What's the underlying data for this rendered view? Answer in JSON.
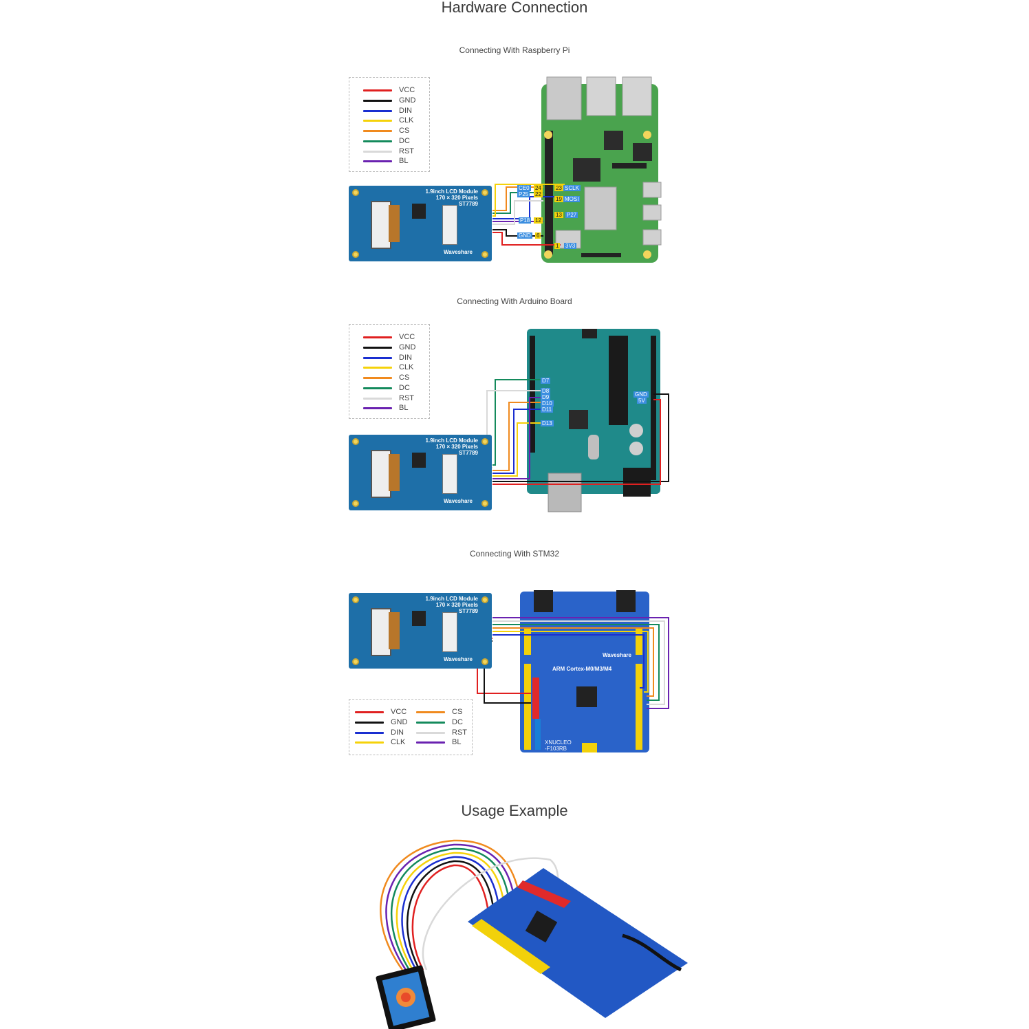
{
  "headings": {
    "hardware_connection": "Hardware Connection",
    "usage_example": "Usage Example"
  },
  "sections": {
    "raspberry_pi": "Connecting With Raspberry Pi",
    "arduino": "Connecting With Arduino Board",
    "stm32": "Connecting With STM32"
  },
  "legend": [
    {
      "label": "VCC",
      "color": "#e02020"
    },
    {
      "label": "GND",
      "color": "#111111"
    },
    {
      "label": "DIN",
      "color": "#1a2fd0"
    },
    {
      "label": "CLK",
      "color": "#f5d20a"
    },
    {
      "label": "CS",
      "color": "#f08a1e"
    },
    {
      "label": "DC",
      "color": "#148a5c"
    },
    {
      "label": "RST",
      "color": "#d9d9d9"
    },
    {
      "label": "BL",
      "color": "#6a22b0"
    }
  ],
  "lcd_module": {
    "title_line1": "1.9inch LCD Module",
    "title_line2": "170 × 320 Pixels",
    "title_line3": "ST7789",
    "brand": "Waveshare"
  },
  "rpi_pins": {
    "ce0": "CE0",
    "p24": "24",
    "p23": "23",
    "sclk": "SCLK",
    "p25": "P25",
    "p22": "22",
    "p19": "19",
    "mosi": "MOSI",
    "p18": "P18",
    "p12": "12",
    "p13": "13",
    "p27": "P27",
    "gnd": "GND",
    "p6": "6",
    "p1": "1",
    "v33": "3V3"
  },
  "arduino_pins": {
    "d7": "D7",
    "d8": "D8",
    "d9": "D9",
    "d10": "D10",
    "d11": "D11",
    "d13": "D13",
    "gnd": "GND",
    "v5": "5V"
  },
  "stm32_board": {
    "title": "ARM Cortex-M0/M3/M4",
    "brand": "Waveshare",
    "model_line1": "XNUCLEO",
    "model_line2": "-F103RB"
  }
}
